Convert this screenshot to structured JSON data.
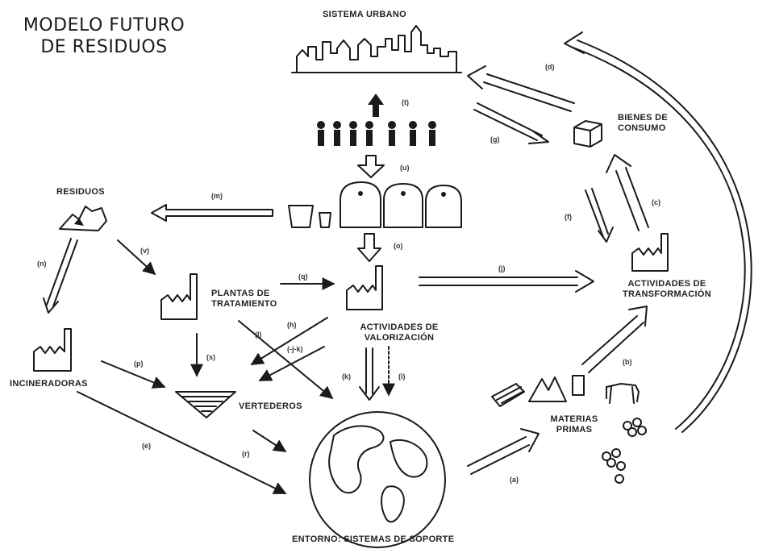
{
  "title": {
    "line1": "MODELO FUTURO",
    "line2": "DE RESIDUOS"
  },
  "nodes": {
    "sistema_urbano": "SISTEMA URBANO",
    "bienes_consumo_1": "BIENES DE",
    "bienes_consumo_2": "CONSUMO",
    "residuos": "RESIDUOS",
    "plantas_1": "PLANTAS DE",
    "plantas_2": "TRATAMIENTO",
    "actividades_val_1": "ACTIVIDADES DE",
    "actividades_val_2": "VALORIZACIÓN",
    "actividades_trans_1": "ACTIVIDADES DE",
    "actividades_trans_2": "TRANSFORMACIÓN",
    "incineradoras": "INCINERADORAS",
    "vertederos": "VERTEDEROS",
    "materias_1": "MATERIAS",
    "materias_2": "PRIMAS",
    "entorno": "ENTORNO: SISTEMAS DE SOPORTE"
  },
  "flow_codes": {
    "a": "(a)",
    "b": "(b)",
    "c": "(c)",
    "d": "(d)",
    "e": "(e)",
    "f": "(f)",
    "g": "(g)",
    "h": "(h)",
    "i": "(i)",
    "j": "(j)",
    "k": "(k)",
    "l": "(l)",
    "m": "(m)",
    "n": "(n)",
    "o": "(o)",
    "p": "(p)",
    "q": "(q)",
    "r": "(r)",
    "s": "(s)",
    "t": "(t)",
    "u": "(u)",
    "v": "(v)",
    "jk": "(-j-k)"
  }
}
